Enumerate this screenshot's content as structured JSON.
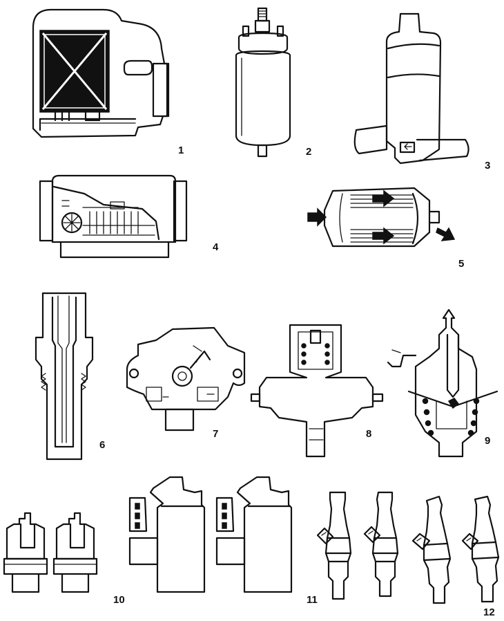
{
  "figure": {
    "components": [
      {
        "number": "1",
        "icon": "air-flow-meter-icon"
      },
      {
        "number": "2",
        "icon": "fuel-pump-icon"
      },
      {
        "number": "3",
        "icon": "air-valve-icon"
      },
      {
        "number": "4",
        "icon": "control-unit-icon"
      },
      {
        "number": "5",
        "icon": "fuel-filter-icon"
      },
      {
        "number": "6",
        "icon": "temperature-sensor-icon"
      },
      {
        "number": "7",
        "icon": "throttle-switch-icon"
      },
      {
        "number": "8",
        "icon": "pressure-damper-icon"
      },
      {
        "number": "9",
        "icon": "pressure-regulator-icon"
      },
      {
        "number": "10",
        "icon": "relay-icon"
      },
      {
        "number": "11",
        "icon": "ignition-coil-icon"
      },
      {
        "number": "12",
        "icon": "injector-icon"
      }
    ]
  }
}
